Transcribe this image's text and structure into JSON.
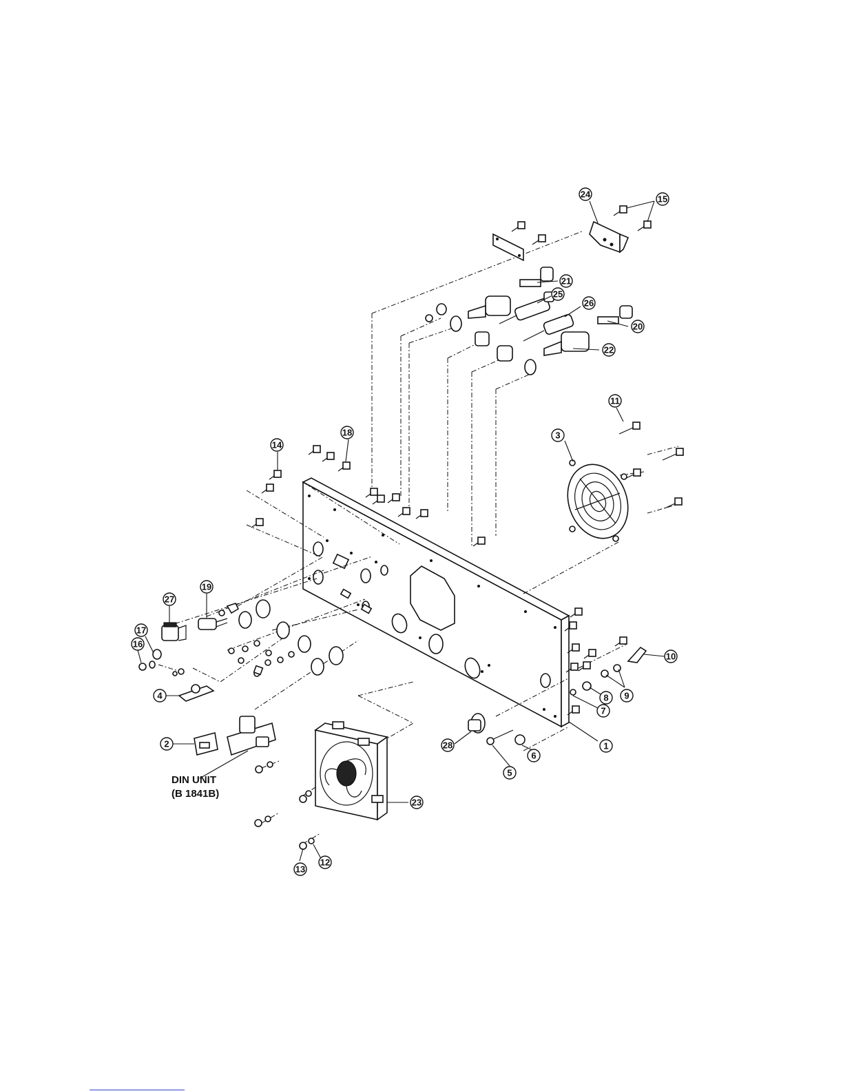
{
  "diagram": {
    "callouts": [
      "1",
      "2",
      "3",
      "4",
      "5",
      "6",
      "7",
      "8",
      "9",
      "10",
      "11",
      "12",
      "13",
      "14",
      "15",
      "16",
      "17",
      "18",
      "19",
      "20",
      "21",
      "22",
      "23",
      "24",
      "25",
      "26",
      "27",
      "28"
    ],
    "unit_label_line1": "DIN UNIT",
    "unit_label_line2": "(B  1841B)"
  }
}
